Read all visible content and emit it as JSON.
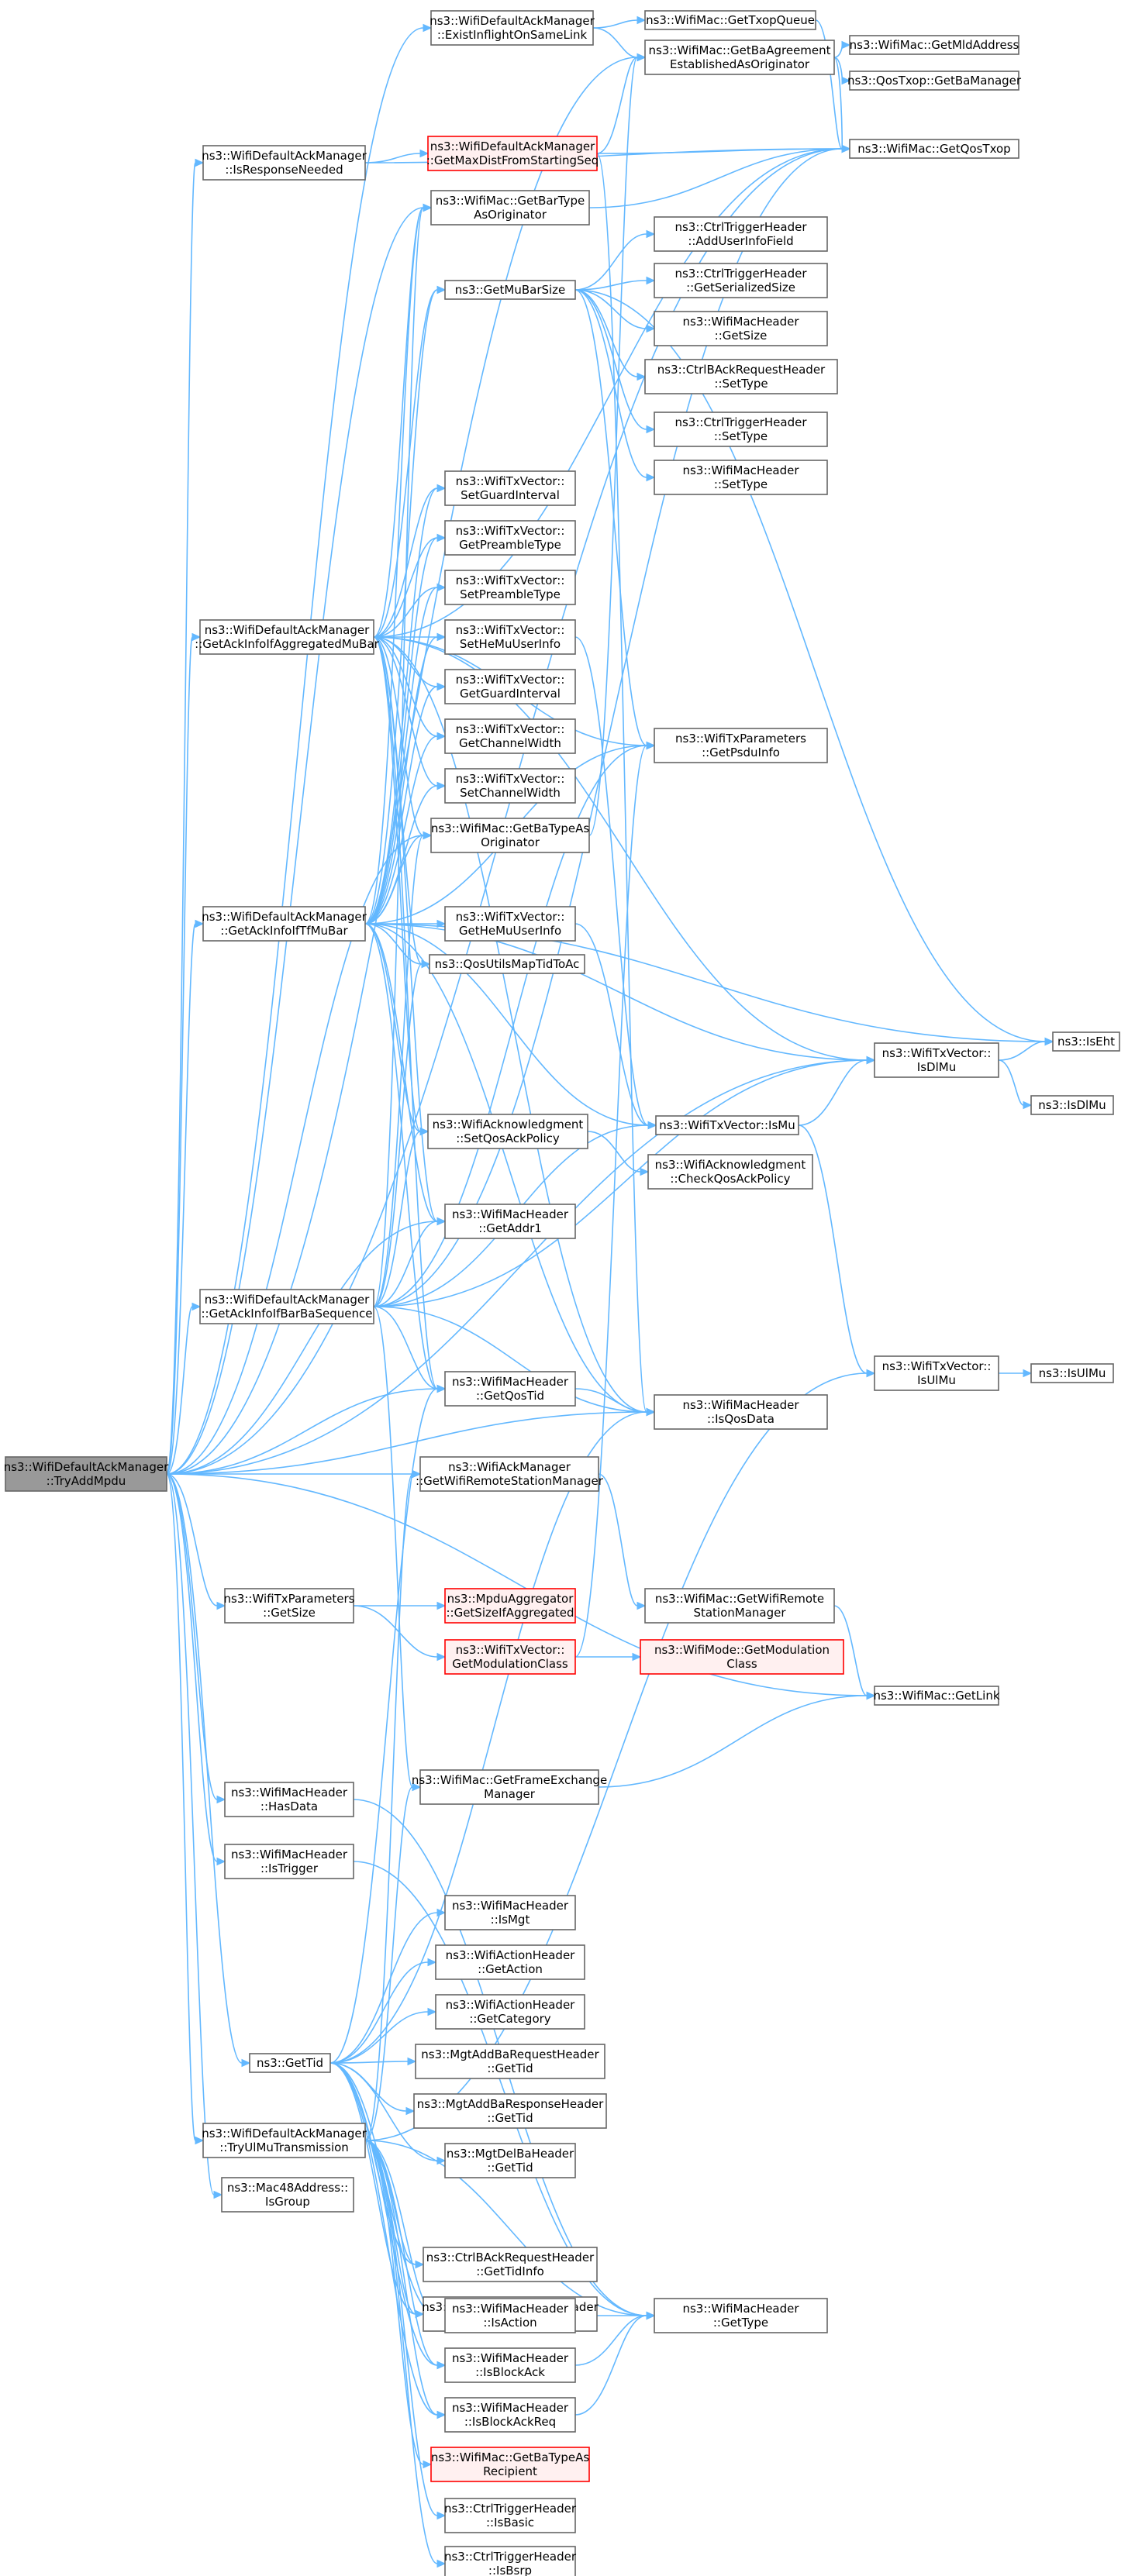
{
  "colors": {
    "edge": "#63b8ff",
    "node_border": "#666666",
    "node_fill": "#ffffff",
    "root_fill": "#999999",
    "root_border": "#666666",
    "truncated_border": "#ff0000",
    "truncated_fill": "#fff0f0"
  },
  "nodes": [
    {
      "id": "root",
      "lines": [
        "ns3::WifiDefaultAckManager",
        "::TryAddMpdu"
      ],
      "style": "root"
    },
    {
      "id": "exist",
      "lines": [
        "ns3::WifiDefaultAckManager",
        "::ExistInflightOnSameLink"
      ],
      "style": "normal"
    },
    {
      "id": "txopq",
      "lines": [
        "ns3::WifiMac::GetTxopQueue"
      ],
      "style": "normal"
    },
    {
      "id": "getba",
      "lines": [
        "ns3::WifiMac::GetBaAgreement",
        "EstablishedAsOriginator"
      ],
      "style": "normal"
    },
    {
      "id": "mld",
      "lines": [
        "ns3::WifiMac::GetMldAddress"
      ],
      "style": "normal"
    },
    {
      "id": "bamgr",
      "lines": [
        "ns3::QosTxop::GetBaManager"
      ],
      "style": "normal"
    },
    {
      "id": "isresp",
      "lines": [
        "ns3::WifiDefaultAckManager",
        "::IsResponseNeeded"
      ],
      "style": "normal"
    },
    {
      "id": "maxdist",
      "lines": [
        "ns3::WifiDefaultAckManager",
        "::GetMaxDistFromStartingSeq"
      ],
      "style": "truncated"
    },
    {
      "id": "qostxop",
      "lines": [
        "ns3::WifiMac::GetQosTxop"
      ],
      "style": "normal"
    },
    {
      "id": "bartype",
      "lines": [
        "ns3::WifiMac::GetBarType",
        "AsOriginator"
      ],
      "style": "normal"
    },
    {
      "id": "adduser",
      "lines": [
        "ns3::CtrlTriggerHeader",
        "::AddUserInfoField"
      ],
      "style": "normal"
    },
    {
      "id": "mubarsize",
      "lines": [
        "ns3::GetMuBarSize"
      ],
      "style": "normal"
    },
    {
      "id": "serial",
      "lines": [
        "ns3::CtrlTriggerHeader",
        "::GetSerializedSize"
      ],
      "style": "normal"
    },
    {
      "id": "mhgetsize",
      "lines": [
        "ns3::WifiMacHeader",
        "::GetSize"
      ],
      "style": "normal"
    },
    {
      "id": "barsettype",
      "lines": [
        "ns3::CtrlBAckRequestHeader",
        "::SetType"
      ],
      "style": "normal"
    },
    {
      "id": "trgsettype",
      "lines": [
        "ns3::CtrlTriggerHeader",
        "::SetType"
      ],
      "style": "normal"
    },
    {
      "id": "mhsettype",
      "lines": [
        "ns3::WifiMacHeader",
        "::SetType"
      ],
      "style": "normal"
    },
    {
      "id": "setgi",
      "lines": [
        "ns3::WifiTxVector::",
        "SetGuardInterval"
      ],
      "style": "normal"
    },
    {
      "id": "getpt",
      "lines": [
        "ns3::WifiTxVector::",
        "GetPreambleType"
      ],
      "style": "normal"
    },
    {
      "id": "setpt",
      "lines": [
        "ns3::WifiTxVector::",
        "SetPreambleType"
      ],
      "style": "normal"
    },
    {
      "id": "aggmubar",
      "lines": [
        "ns3::WifiDefaultAckManager",
        "::GetAckInfoIfAggregatedMuBar"
      ],
      "style": "normal"
    },
    {
      "id": "sethemu",
      "lines": [
        "ns3::WifiTxVector::",
        "SetHeMuUserInfo"
      ],
      "style": "normal"
    },
    {
      "id": "getgi",
      "lines": [
        "ns3::WifiTxVector::",
        "GetGuardInterval"
      ],
      "style": "normal"
    },
    {
      "id": "getcw",
      "lines": [
        "ns3::WifiTxVector::",
        "GetChannelWidth"
      ],
      "style": "normal"
    },
    {
      "id": "psdu",
      "lines": [
        "ns3::WifiTxParameters",
        "::GetPsduInfo"
      ],
      "style": "normal"
    },
    {
      "id": "setcw",
      "lines": [
        "ns3::WifiTxVector::",
        "SetChannelWidth"
      ],
      "style": "normal"
    },
    {
      "id": "batype",
      "lines": [
        "ns3::WifiMac::GetBaTypeAs",
        "Originator"
      ],
      "style": "normal"
    },
    {
      "id": "tfmubar",
      "lines": [
        "ns3::WifiDefaultAckManager",
        "::GetAckInfoIfTfMuBar"
      ],
      "style": "normal"
    },
    {
      "id": "gethemu",
      "lines": [
        "ns3::WifiTxVector::",
        "GetHeMuUserInfo"
      ],
      "style": "normal"
    },
    {
      "id": "qosmap",
      "lines": [
        "ns3::QosUtilsMapTidToAc"
      ],
      "style": "normal"
    },
    {
      "id": "iseht",
      "lines": [
        "ns3::IsEht"
      ],
      "style": "normal"
    },
    {
      "id": "isdlmu",
      "lines": [
        "ns3::WifiTxVector::",
        "IsDlMu"
      ],
      "style": "normal"
    },
    {
      "id": "nsisdlmu",
      "lines": [
        "ns3::IsDlMu"
      ],
      "style": "normal"
    },
    {
      "id": "setqos",
      "lines": [
        "ns3::WifiAcknowledgment",
        "::SetQosAckPolicy"
      ],
      "style": "normal"
    },
    {
      "id": "ismu",
      "lines": [
        "ns3::WifiTxVector::IsMu"
      ],
      "style": "normal"
    },
    {
      "id": "checkqos",
      "lines": [
        "ns3::WifiAcknowledgment",
        "::CheckQosAckPolicy"
      ],
      "style": "normal"
    },
    {
      "id": "addr1",
      "lines": [
        "ns3::WifiMacHeader",
        "::GetAddr1"
      ],
      "style": "normal"
    },
    {
      "id": "barba",
      "lines": [
        "ns3::WifiDefaultAckManager",
        "::GetAckInfoIfBarBaSequence"
      ],
      "style": "normal"
    },
    {
      "id": "isulmu",
      "lines": [
        "ns3::WifiTxVector::",
        "IsUlMu"
      ],
      "style": "normal"
    },
    {
      "id": "nsisulmu",
      "lines": [
        "ns3::IsUlMu"
      ],
      "style": "normal"
    },
    {
      "id": "qostid",
      "lines": [
        "ns3::WifiMacHeader",
        "::GetQosTid"
      ],
      "style": "normal"
    },
    {
      "id": "isqosdata",
      "lines": [
        "ns3::WifiMacHeader",
        "::IsQosData"
      ],
      "style": "normal"
    },
    {
      "id": "wrsm",
      "lines": [
        "ns3::WifiAckManager",
        "::GetWifiRemoteStationManager"
      ],
      "style": "normal"
    },
    {
      "id": "txpsize",
      "lines": [
        "ns3::WifiTxParameters",
        "::GetSize"
      ],
      "style": "normal"
    },
    {
      "id": "macwrsm",
      "lines": [
        "ns3::WifiMac::GetWifiRemote",
        "StationManager"
      ],
      "style": "normal"
    },
    {
      "id": "aggsize",
      "lines": [
        "ns3::MpduAggregator",
        "::GetSizeIfAggregated"
      ],
      "style": "truncated"
    },
    {
      "id": "modclass",
      "lines": [
        "ns3::WifiTxVector::",
        "GetModulationClass"
      ],
      "style": "truncated"
    },
    {
      "id": "modeclass",
      "lines": [
        "ns3::WifiMode::GetModulation",
        "Class"
      ],
      "style": "truncated"
    },
    {
      "id": "getlink",
      "lines": [
        "ns3::WifiMac::GetLink"
      ],
      "style": "normal"
    },
    {
      "id": "fem",
      "lines": [
        "ns3::WifiMac::GetFrameExchange",
        "Manager"
      ],
      "style": "normal"
    },
    {
      "id": "hasdata",
      "lines": [
        "ns3::WifiMacHeader",
        "::HasData"
      ],
      "style": "normal"
    },
    {
      "id": "istrigger",
      "lines": [
        "ns3::WifiMacHeader",
        "::IsTrigger"
      ],
      "style": "normal"
    },
    {
      "id": "ismgt",
      "lines": [
        "ns3::WifiMacHeader",
        "::IsMgt"
      ],
      "style": "normal"
    },
    {
      "id": "getaction",
      "lines": [
        "ns3::WifiActionHeader",
        "::GetAction"
      ],
      "style": "normal"
    },
    {
      "id": "getcat",
      "lines": [
        "ns3::WifiActionHeader",
        "::GetCategory"
      ],
      "style": "normal"
    },
    {
      "id": "gettid",
      "lines": [
        "ns3::GetTid"
      ],
      "style": "normal"
    },
    {
      "id": "addbareq",
      "lines": [
        "ns3::MgtAddBaRequestHeader",
        "::GetTid"
      ],
      "style": "normal"
    },
    {
      "id": "addbaresp",
      "lines": [
        "ns3::MgtAddBaResponseHeader",
        "::GetTid"
      ],
      "style": "normal"
    },
    {
      "id": "delba",
      "lines": [
        "ns3::MgtDelBaHeader",
        "::GetTid"
      ],
      "style": "normal"
    },
    {
      "id": "tryulmu",
      "lines": [
        "ns3::WifiDefaultAckManager",
        "::TryUlMuTransmission"
      ],
      "style": "normal"
    },
    {
      "id": "isgroup",
      "lines": [
        "ns3::Mac48Address::",
        "IsGroup"
      ],
      "style": "normal"
    },
    {
      "id": "bareqtid",
      "lines": [
        "ns3::CtrlBAckRequestHeader",
        "::GetTidInfo"
      ],
      "style": "normal"
    },
    {
      "id": "baresptid",
      "lines": [
        "ns3::CtrlBAckResponseHeader",
        "::GetTidInfo"
      ],
      "style": "normal"
    },
    {
      "id": "isaction",
      "lines": [
        "ns3::WifiMacHeader",
        "::IsAction"
      ],
      "style": "normal"
    },
    {
      "id": "gettype",
      "lines": [
        "ns3::WifiMacHeader",
        "::GetType"
      ],
      "style": "normal"
    },
    {
      "id": "isblockack",
      "lines": [
        "ns3::WifiMacHeader",
        "::IsBlockAck"
      ],
      "style": "normal"
    },
    {
      "id": "isblockackreq",
      "lines": [
        "ns3::WifiMacHeader",
        "::IsBlockAckReq"
      ],
      "style": "normal"
    },
    {
      "id": "batyperecip",
      "lines": [
        "ns3::WifiMac::GetBaTypeAs",
        "Recipient"
      ],
      "style": "truncated"
    },
    {
      "id": "isbasic",
      "lines": [
        "ns3::CtrlTriggerHeader",
        "::IsBasic"
      ],
      "style": "normal"
    },
    {
      "id": "isbsrp",
      "lines": [
        "ns3::CtrlTriggerHeader",
        "::IsBsrp"
      ],
      "style": "normal"
    }
  ],
  "edges": [
    [
      "root",
      "exist"
    ],
    [
      "root",
      "getba"
    ],
    [
      "root",
      "isresp"
    ],
    [
      "root",
      "qostxop"
    ],
    [
      "root",
      "bartype"
    ],
    [
      "root",
      "aggmubar"
    ],
    [
      "root",
      "batype"
    ],
    [
      "root",
      "tfmubar"
    ],
    [
      "root",
      "addr1"
    ],
    [
      "root",
      "barba"
    ],
    [
      "root",
      "qostid"
    ],
    [
      "root",
      "isqosdata"
    ],
    [
      "root",
      "wrsm"
    ],
    [
      "root",
      "txpsize"
    ],
    [
      "root",
      "getlink"
    ],
    [
      "root",
      "hasdata"
    ],
    [
      "root",
      "istrigger"
    ],
    [
      "root",
      "gettid"
    ],
    [
      "root",
      "tryulmu"
    ],
    [
      "root",
      "isgroup"
    ],
    [
      "root",
      "isdlmu"
    ],
    [
      "exist",
      "txopq"
    ],
    [
      "exist",
      "getba"
    ],
    [
      "txopq",
      "qostxop"
    ],
    [
      "getba",
      "mld"
    ],
    [
      "getba",
      "bamgr"
    ],
    [
      "getba",
      "qostxop"
    ],
    [
      "isresp",
      "maxdist"
    ],
    [
      "isresp",
      "qostxop"
    ],
    [
      "maxdist",
      "getba"
    ],
    [
      "maxdist",
      "qostxop"
    ],
    [
      "maxdist",
      "isqosdata"
    ],
    [
      "bartype",
      "qostxop"
    ],
    [
      "mubarsize",
      "adduser"
    ],
    [
      "mubarsize",
      "serial"
    ],
    [
      "mubarsize",
      "mhgetsize"
    ],
    [
      "mubarsize",
      "barsettype"
    ],
    [
      "mubarsize",
      "trgsettype"
    ],
    [
      "mubarsize",
      "mhsettype"
    ],
    [
      "mubarsize",
      "psdu"
    ],
    [
      "mubarsize",
      "iseht"
    ],
    [
      "aggmubar",
      "bartype"
    ],
    [
      "aggmubar",
      "mubarsize"
    ],
    [
      "aggmubar",
      "setgi"
    ],
    [
      "aggmubar",
      "getpt"
    ],
    [
      "aggmubar",
      "setpt"
    ],
    [
      "aggmubar",
      "sethemu"
    ],
    [
      "aggmubar",
      "getgi"
    ],
    [
      "aggmubar",
      "getcw"
    ],
    [
      "aggmubar",
      "setcw"
    ],
    [
      "aggmubar",
      "batype"
    ],
    [
      "aggmubar",
      "qosmap"
    ],
    [
      "aggmubar",
      "setqos"
    ],
    [
      "aggmubar",
      "addr1"
    ],
    [
      "aggmubar",
      "qostid"
    ],
    [
      "aggmubar",
      "isqosdata"
    ],
    [
      "aggmubar",
      "psdu"
    ],
    [
      "aggmubar",
      "isdlmu"
    ],
    [
      "aggmubar",
      "qostxop"
    ],
    [
      "sethemu",
      "ismu"
    ],
    [
      "batype",
      "getba"
    ],
    [
      "tfmubar",
      "bartype"
    ],
    [
      "tfmubar",
      "mubarsize"
    ],
    [
      "tfmubar",
      "setgi"
    ],
    [
      "tfmubar",
      "getpt"
    ],
    [
      "tfmubar",
      "setpt"
    ],
    [
      "tfmubar",
      "sethemu"
    ],
    [
      "tfmubar",
      "getgi"
    ],
    [
      "tfmubar",
      "getcw"
    ],
    [
      "tfmubar",
      "setcw"
    ],
    [
      "tfmubar",
      "batype"
    ],
    [
      "tfmubar",
      "gethemu"
    ],
    [
      "tfmubar",
      "qosmap"
    ],
    [
      "tfmubar",
      "iseht"
    ],
    [
      "tfmubar",
      "isdlmu"
    ],
    [
      "tfmubar",
      "setqos"
    ],
    [
      "tfmubar",
      "addr1"
    ],
    [
      "tfmubar",
      "qostid"
    ],
    [
      "tfmubar",
      "isqosdata"
    ],
    [
      "tfmubar",
      "psdu"
    ],
    [
      "tfmubar",
      "ismu"
    ],
    [
      "gethemu",
      "ismu"
    ],
    [
      "isdlmu",
      "iseht"
    ],
    [
      "isdlmu",
      "nsisdlmu"
    ],
    [
      "setqos",
      "checkqos"
    ],
    [
      "ismu",
      "isdlmu"
    ],
    [
      "ismu",
      "isulmu"
    ],
    [
      "isulmu",
      "nsisulmu"
    ],
    [
      "barba",
      "bartype"
    ],
    [
      "barba",
      "batype"
    ],
    [
      "barba",
      "qosmap"
    ],
    [
      "barba",
      "setqos"
    ],
    [
      "barba",
      "addr1"
    ],
    [
      "barba",
      "qostid"
    ],
    [
      "barba",
      "isqosdata"
    ],
    [
      "barba",
      "psdu"
    ],
    [
      "barba",
      "isdlmu"
    ],
    [
      "barba",
      "qostxop"
    ],
    [
      "barba",
      "ismu"
    ],
    [
      "barba",
      "fem"
    ],
    [
      "qostid",
      "isqosdata"
    ],
    [
      "wrsm",
      "macwrsm"
    ],
    [
      "macwrsm",
      "getlink"
    ],
    [
      "txpsize",
      "aggsize"
    ],
    [
      "txpsize",
      "modclass"
    ],
    [
      "modclass",
      "modeclass"
    ],
    [
      "modclass",
      "psdu"
    ],
    [
      "fem",
      "getlink"
    ],
    [
      "hasdata",
      "gettype"
    ],
    [
      "istrigger",
      "gettype"
    ],
    [
      "gettid",
      "ismgt"
    ],
    [
      "gettid",
      "getaction"
    ],
    [
      "gettid",
      "getcat"
    ],
    [
      "gettid",
      "addbareq"
    ],
    [
      "gettid",
      "addbaresp"
    ],
    [
      "gettid",
      "delba"
    ],
    [
      "gettid",
      "bareqtid"
    ],
    [
      "gettid",
      "baresptid"
    ],
    [
      "gettid",
      "isaction"
    ],
    [
      "gettid",
      "isblockack"
    ],
    [
      "gettid",
      "isblockackreq"
    ],
    [
      "gettid",
      "qostid"
    ],
    [
      "gettid",
      "isqosdata"
    ],
    [
      "tryulmu",
      "isulmu"
    ],
    [
      "tryulmu",
      "wrsm"
    ],
    [
      "tryulmu",
      "fem"
    ],
    [
      "tryulmu",
      "batyperecip"
    ],
    [
      "tryulmu",
      "isbasic"
    ],
    [
      "tryulmu",
      "isbsrp"
    ],
    [
      "tryulmu",
      "bareqtid"
    ],
    [
      "tryulmu",
      "baresptid"
    ],
    [
      "tryulmu",
      "isaction"
    ],
    [
      "tryulmu",
      "isblockack"
    ],
    [
      "tryulmu",
      "isblockackreq"
    ],
    [
      "tryulmu",
      "gettype"
    ],
    [
      "isaction",
      "gettype"
    ],
    [
      "isblockack",
      "gettype"
    ],
    [
      "isblockackreq",
      "gettype"
    ]
  ]
}
